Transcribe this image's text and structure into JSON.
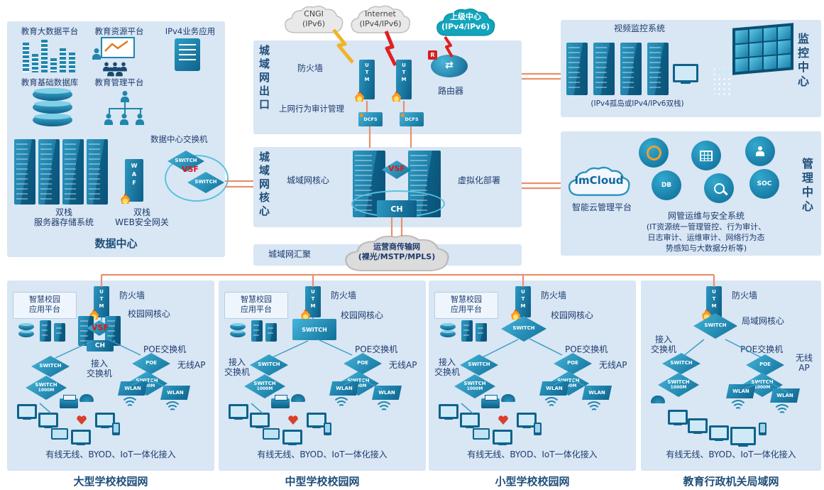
{
  "colors": {
    "device_teal": "#1f86ae",
    "panel_bg": "#d9e6f4",
    "line_salmon": "#e8906c",
    "title_navy": "#1f4e79",
    "flame_orange": "#ff8c1a",
    "alert_red": "#e02020",
    "lightning_yellow": "#f0b429",
    "cloud_teal": "#12a5bc"
  },
  "clouds": {
    "cngi": {
      "line1": "CNGI",
      "line2": "(IPv6)"
    },
    "internet": {
      "line1": "Internet",
      "line2": "(IPv4/IPv6)"
    },
    "upper_center": {
      "line1": "上级中心",
      "line2": "(IPv4/IPv6)"
    },
    "transport": {
      "line1": "运营商传输网",
      "line2": "(裸光/MSTP/MPLS)"
    }
  },
  "datacenter": {
    "title": "数据中心",
    "big_data_platform": "教育大数据平台",
    "resource_platform": "教育资源平台",
    "ipv4_apps": "IPv4业务应用",
    "base_database": "教育基础数据库",
    "edu_mgmt_platform": "教育管理平台",
    "dc_switch": "数据中心交换机",
    "server_line1": "双栈",
    "server_line2": "服务器存储系统",
    "waf_line1": "双栈",
    "waf_line2": "WEB安全网关"
  },
  "metro_exit": {
    "title": "城域网出口",
    "firewall": "防火墙",
    "audit": "上网行为审计管理",
    "router": "路由器"
  },
  "metro_core": {
    "title": "城域网核心",
    "core_label": "城域网核心",
    "virtualization": "虚拟化部署"
  },
  "aggregation": {
    "label": "城域网汇聚"
  },
  "monitoring": {
    "title": "监控中心",
    "video_system": "视频监控系统",
    "note": "(IPv4孤岛或IPv4/IPv6双栈)"
  },
  "management": {
    "title": "管理中心",
    "imcloud": "ImCloud",
    "platform": "智能云管理平台",
    "noc_title": "网管运维与安全系统",
    "noc_line1": "(IT资源统一管理管控、行为审计、",
    "noc_line2": "日志审计、运维审计、网络行为态",
    "noc_line3": "势感知与大数据分析等)",
    "db": "DB",
    "soc": "SOC"
  },
  "devices": {
    "utm": "UTM",
    "vsf": "VSF",
    "waf": "WAF",
    "dcfs": "DCFS",
    "ch": "CH",
    "poe": "POE",
    "switch": "SWITCH",
    "m1000": "1000M",
    "wlan": "WLAN",
    "arrows": "⇄",
    "r": "R"
  },
  "campuses": [
    {
      "title": "大型学校校园网",
      "platform1": "智慧校园",
      "platform2": "应用平台",
      "firewall": "防火墙",
      "core": "校园网核心",
      "access1": "接入",
      "access2": "交换机",
      "poe": "POE交换机",
      "ap": "无线AP",
      "bottom": "有线无线、BYOD、IoT一体化接入"
    },
    {
      "title": "中型学校校园网",
      "platform1": "智慧校园",
      "platform2": "应用平台",
      "firewall": "防火墙",
      "core": "校园网核心",
      "access1": "接入",
      "access2": "交换机",
      "poe": "POE交换机",
      "ap": "无线AP",
      "bottom": "有线无线、BYOD、IoT一体化接入"
    },
    {
      "title": "小型学校校园网",
      "platform1": "智慧校园",
      "platform2": "应用平台",
      "firewall": "防火墙",
      "core": "校园网核心",
      "access1": "接入",
      "access2": "交换机",
      "poe": "POE交换机",
      "ap": "无线AP",
      "bottom": "有线无线、BYOD、IoT一体化接入"
    },
    {
      "title": "教育行政机关局域网",
      "firewall": "防火墙",
      "core": "局域网核心",
      "access1": "接入",
      "access2": "交换机",
      "poe": "POE交换机",
      "ap1": "无线",
      "ap2": "AP",
      "bottom": "有线无线、BYOD、IoT一体化接入"
    }
  ]
}
